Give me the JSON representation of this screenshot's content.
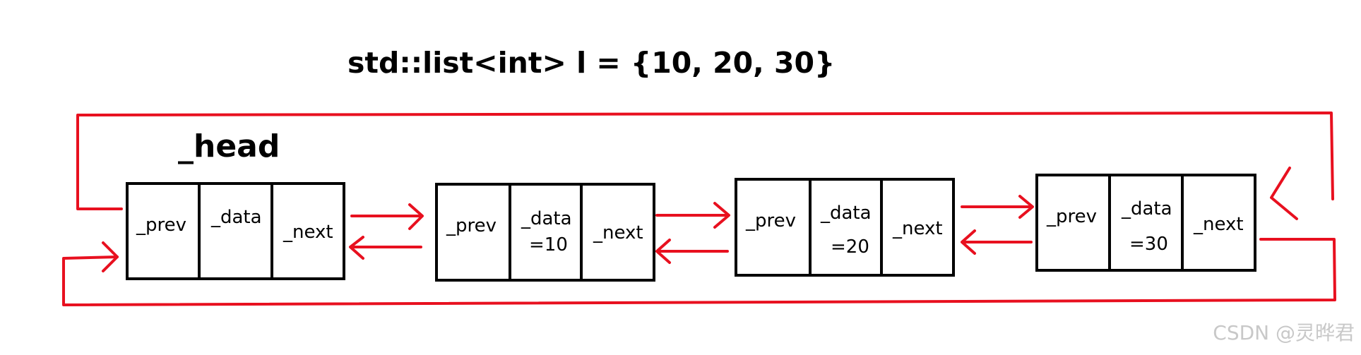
{
  "title": "std::list<int> l = {10, 20, 30}",
  "head_label": "_head",
  "nodes": [
    {
      "prev": "_prev",
      "data": [
        "_data"
      ],
      "next": "_next"
    },
    {
      "prev": "_prev",
      "data": [
        "_data",
        "=10"
      ],
      "next": "_next"
    },
    {
      "prev": "_prev",
      "data": [
        "_data",
        "=20"
      ],
      "next": "_next"
    },
    {
      "prev": "_prev",
      "data": [
        "_data",
        "=30"
      ],
      "next": "_next"
    }
  ],
  "watermark": "CSDN @灵晔君",
  "colors": {
    "link": "#e8101f",
    "box": "#000000",
    "watermark": "#c8c8c8"
  }
}
